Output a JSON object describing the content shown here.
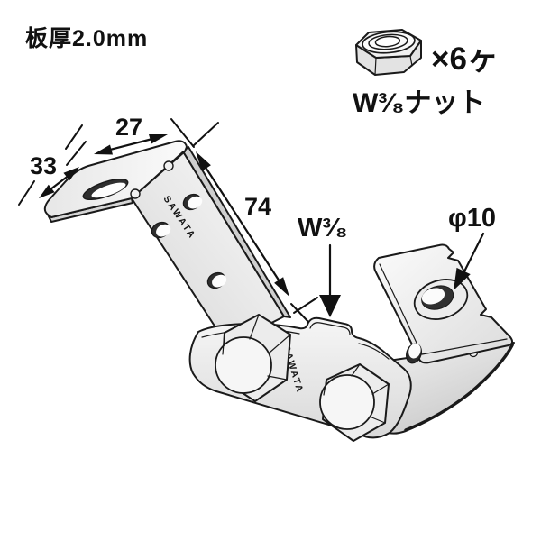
{
  "annotations": {
    "plate_thickness": "板厚2.0mm",
    "nut_count": "×6ヶ",
    "nut_type": "W³⁄₈ナット",
    "dim_top": "27",
    "dim_side": "33",
    "dim_arm": "74",
    "rod_thread": "W³⁄₈",
    "hole_diameter": "φ10"
  },
  "brand": "SAWATA",
  "colors": {
    "line": "#1a1a1a",
    "steel_light": "#f6f6f6",
    "steel_mid": "#e6e6e6",
    "steel_dark": "#c9c9c9",
    "hole_dark": "#2e2e2e"
  }
}
